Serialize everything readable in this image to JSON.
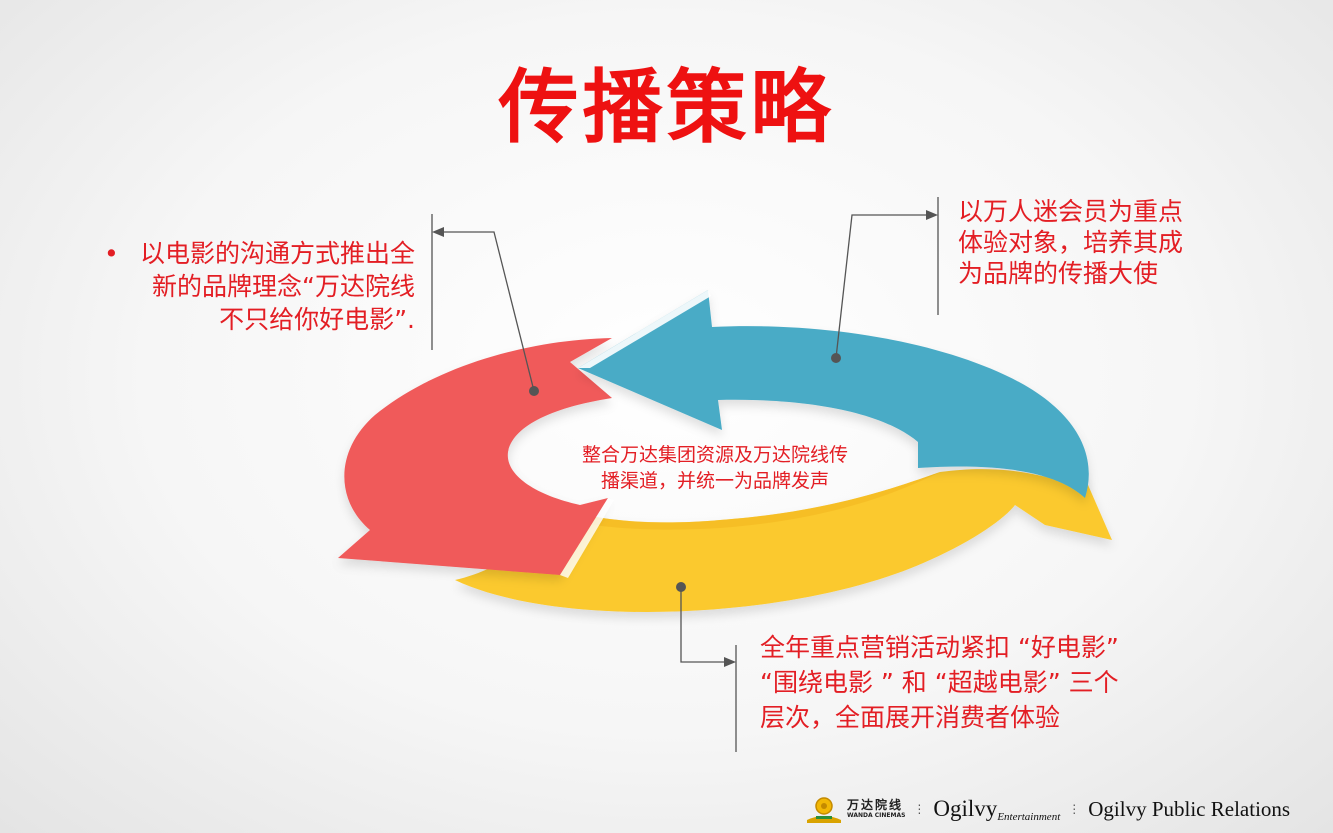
{
  "slide": {
    "title": "传播策略",
    "center_text": "整合万达集团资源及万达院线传播渠道，并统一为品牌发声",
    "left_text": {
      "bullet": "•",
      "body": "以电影的沟通方式推出全新的品牌理念“万达院线 不只给你好电影”."
    },
    "right_top_text": "以万人迷会员为重点体验对象，培养其成为品牌的传播大使",
    "bottom_text": "全年重点营销活动紧扣 “好电影” “围绕电影 ” 和 “超越电影” 三个层次，全面展开消费者体验"
  },
  "colors": {
    "title": "#ee1111",
    "text": "#e31e24",
    "arrow_red": "#f05a5a",
    "arrow_blue": "#4aabc6",
    "arrow_yellow": "#fbc92e",
    "connector": "#555555"
  },
  "footer": {
    "wanda_cn": "万达院线",
    "wanda_en": "WANDA CINEMAS",
    "ogilvy": "Ogilvy",
    "ogilvy_sub": "Entertainment",
    "ogilvy_pr": "Ogilvy Public Relations",
    "logo_icon": "wanda-logo-icon"
  }
}
